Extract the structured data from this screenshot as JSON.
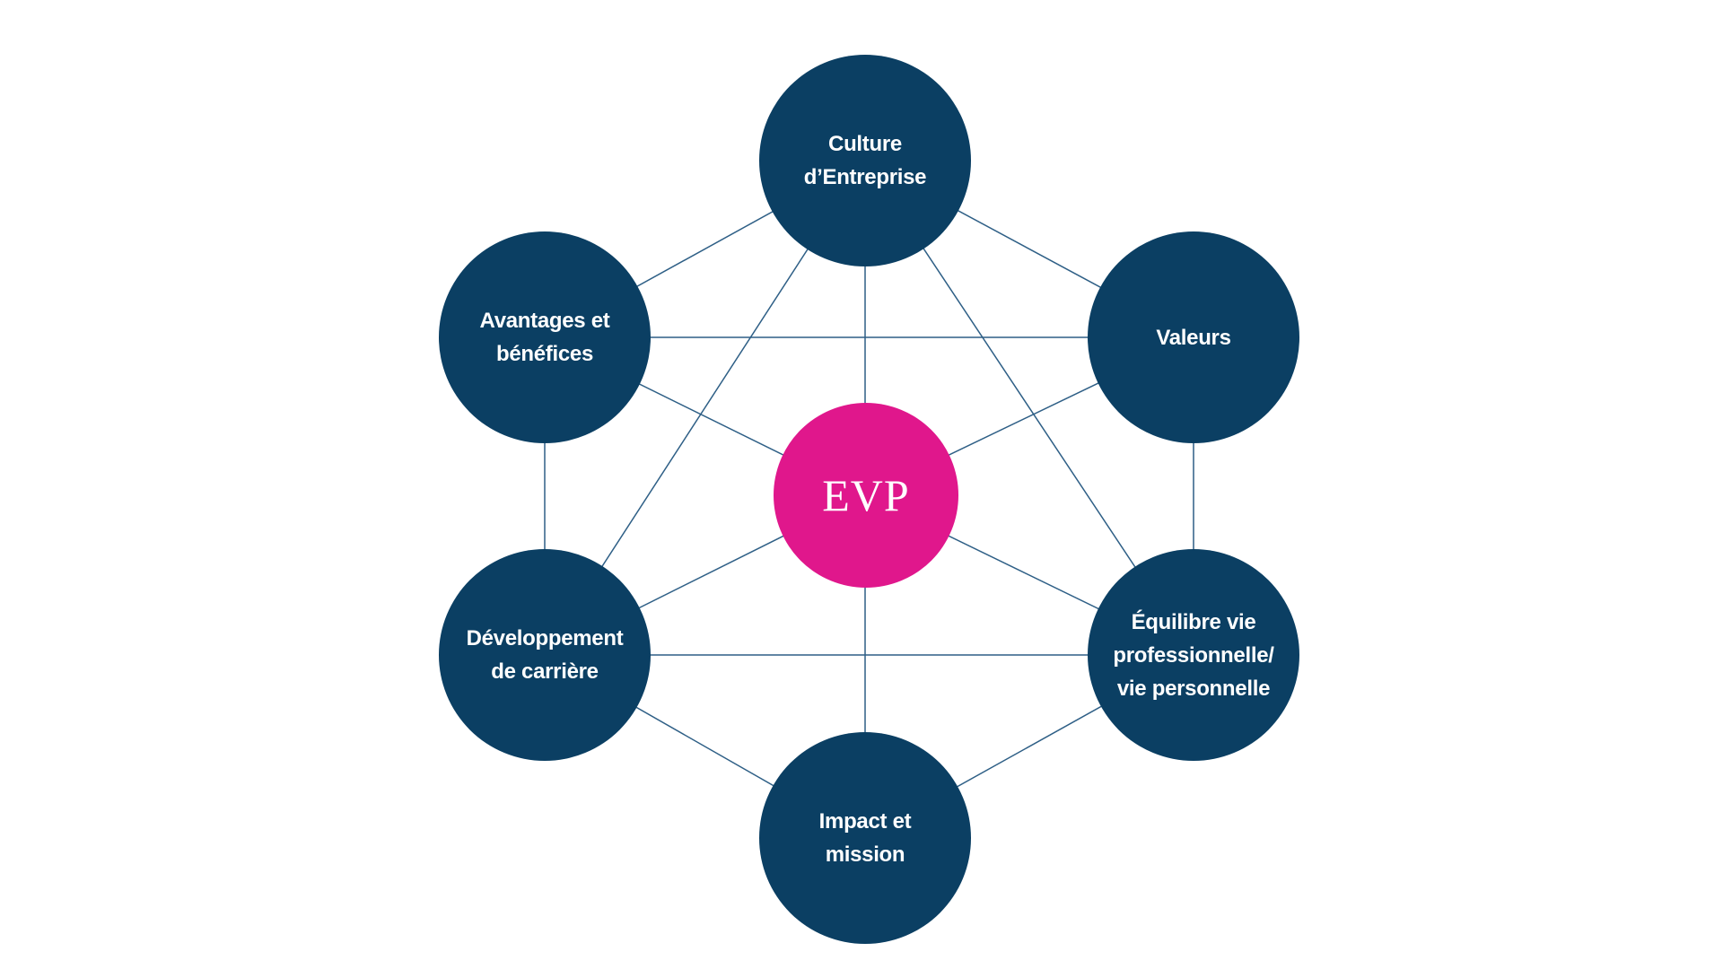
{
  "diagram": {
    "center_label": "EVP",
    "nodes": {
      "top": "Culture\nd’Entreprise",
      "right": "Valeurs",
      "bottom_right": "Équilibre vie\nprofessionnelle/\nvie personnelle",
      "bottom": "Impact et\nmission",
      "bottom_left": "Développement\nde carrière",
      "left": "Avantages et\nbénéfices"
    },
    "colors": {
      "node": "#0b3f63",
      "center": "#e0178c",
      "line": "#2e5f86"
    }
  }
}
